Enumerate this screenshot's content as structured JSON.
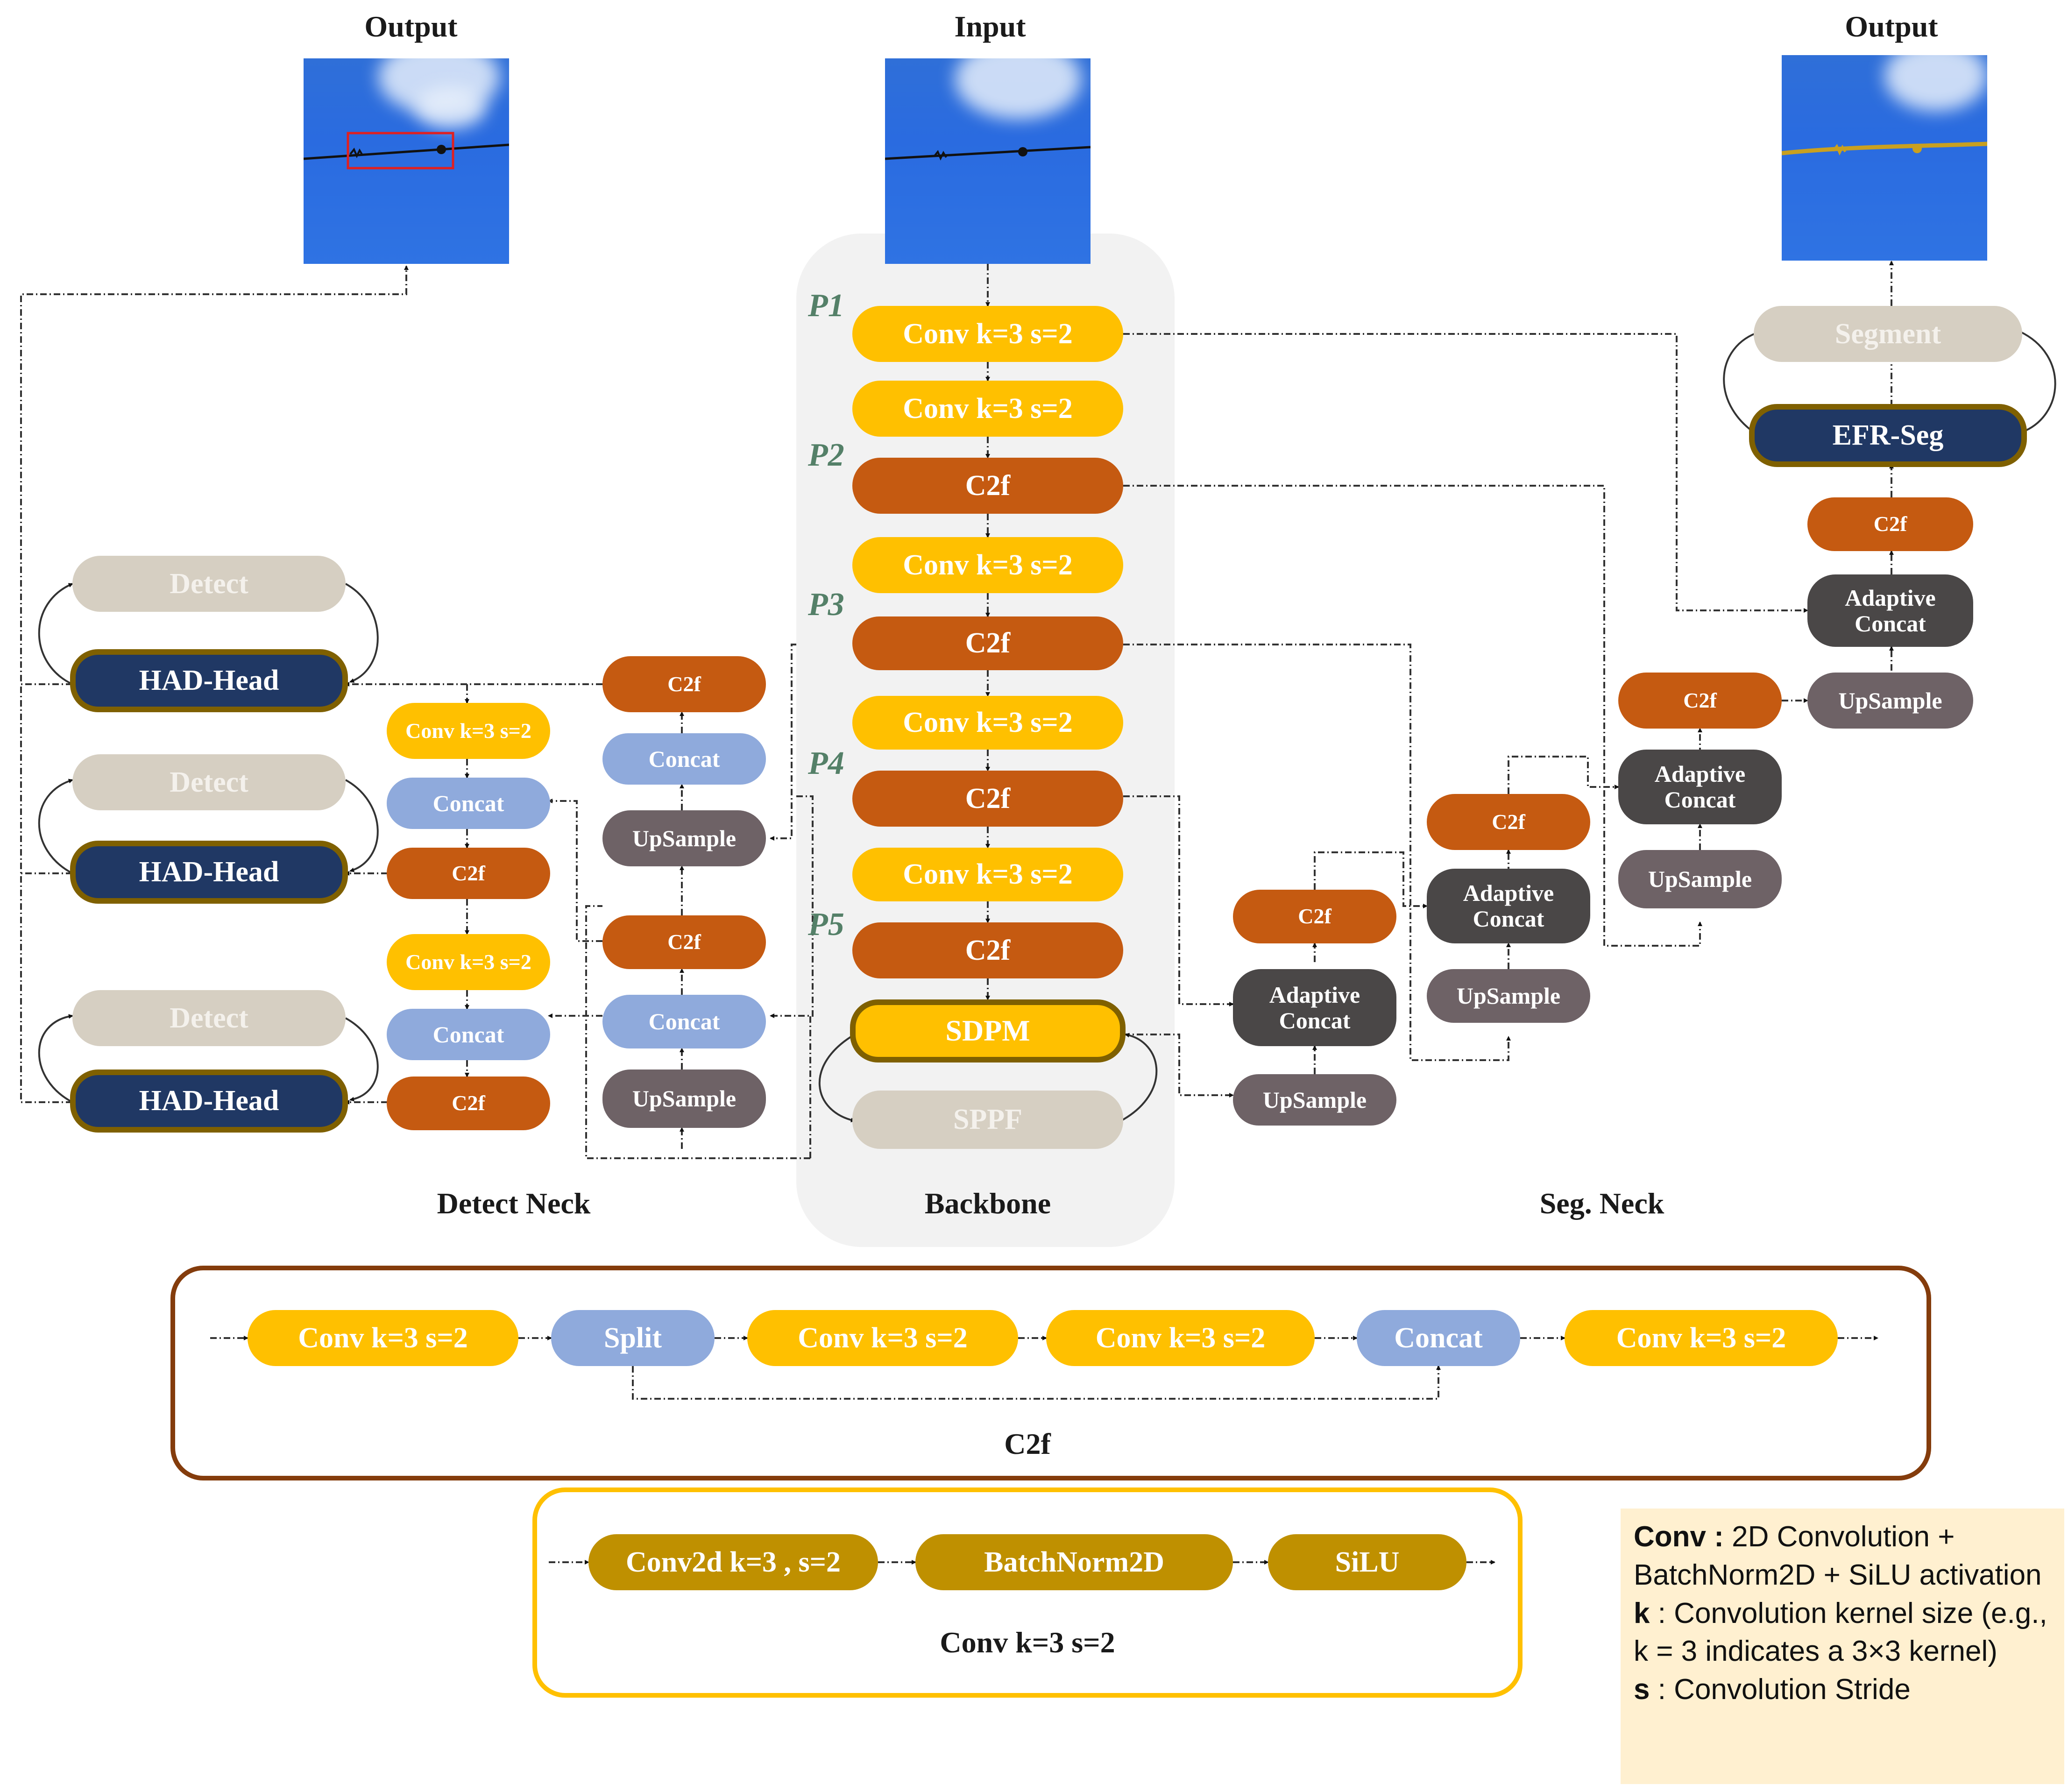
{
  "headers": {
    "output_left": "Output",
    "input": "Input",
    "output_right": "Output"
  },
  "sections": {
    "detect_neck": "Detect Neck",
    "backbone": "Backbone",
    "seg_neck": "Seg. Neck"
  },
  "p_labels": {
    "p1": "P1",
    "p2": "P2",
    "p3": "P3",
    "p4": "P4",
    "p5": "P5"
  },
  "backbone": {
    "conv1": "Conv k=3 s=2",
    "conv2": "Conv k=3 s=2",
    "c2f1": "C2f",
    "conv3": "Conv k=3 s=2",
    "c2f2": "C2f",
    "conv4": "Conv k=3 s=2",
    "c2f3": "C2f",
    "conv5": "Conv k=3 s=2",
    "c2f4": "C2f",
    "sdpm": "SDPM",
    "sppf": "SPPF"
  },
  "detect": {
    "head1": "HAD-Head",
    "detect1": "Detect",
    "head2": "HAD-Head",
    "detect2": "Detect",
    "head3": "HAD-Head",
    "detect3": "Detect",
    "conv_a": "Conv k=3 s=2",
    "concat_a": "Concat",
    "c2f_a": "C2f",
    "conv_b": "Conv k=3 s=2",
    "concat_b": "Concat",
    "c2f_b": "C2f",
    "c2f_top": "C2f",
    "concat_top": "Concat",
    "upsample_top": "UpSample",
    "c2f_mid": "C2f",
    "concat_mid": "Concat",
    "upsample_mid": "UpSample"
  },
  "seg": {
    "upsample1": "UpSample",
    "adaptive1": "Adaptive Concat",
    "c2f1": "C2f",
    "upsample2": "UpSample",
    "adaptive2": "Adaptive Concat",
    "c2f2": "C2f",
    "upsample3": "UpSample",
    "adaptive3": "Adaptive Concat",
    "c2f3": "C2f",
    "upsample4": "UpSample",
    "adaptive4": "Adaptive Concat",
    "c2f4": "C2f",
    "efr": "EFR-Seg",
    "segment": "Segment"
  },
  "c2f_detail": {
    "title": "C2f",
    "conv1": "Conv k=3 s=2",
    "split": "Split",
    "conv2": "Conv k=3 s=2",
    "conv3": "Conv k=3 s=2",
    "concat": "Concat",
    "conv4": "Conv k=3 s=2"
  },
  "conv_detail": {
    "title": "Conv k=3 s=2",
    "conv2d": "Conv2d k=3 , s=2",
    "bn": "BatchNorm2D",
    "silu": "SiLU"
  },
  "legend": {
    "conv_key": "Conv :",
    "conv_text": "2D Convolution + BatchNorm2D + SiLU activation",
    "k_key": "k",
    "k_text": ": Convolution kernel size (e.g., k = 3 indicates a 3×3 kernel)",
    "s_key": "s",
    "s_text": ": Convolution Stride"
  },
  "colors": {
    "conv": "#FFC000",
    "c2f": "#C55A11",
    "concat": "#8FAADC",
    "upsample": "#6E6266",
    "adaptive_concat": "#4A4747",
    "detect": "#D6CFC2",
    "head": "#203864",
    "head_border": "#7F6000",
    "conv_detail": "#BF9000",
    "c2f_frame": "#843C0C",
    "conv_frame": "#FFC000",
    "legend_bg": "#FFF0D0",
    "backbone_bg": "#F2F2F2",
    "p_label": "#548068"
  }
}
